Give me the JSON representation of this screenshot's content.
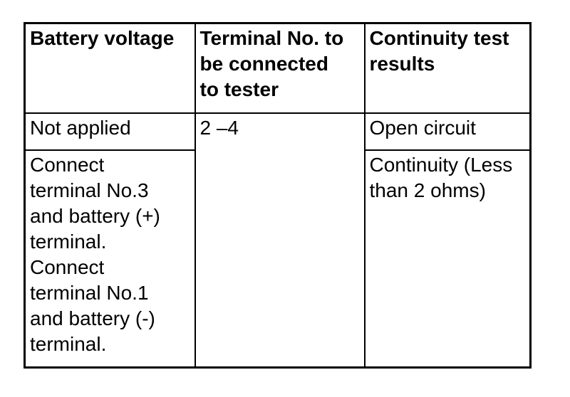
{
  "page": {
    "background_color": "#ffffff",
    "text_color": "#000000",
    "border_color": "#000000"
  },
  "table": {
    "headers": [
      "Battery voltage",
      "Terminal No. to\nbe connected\nto tester",
      "Continuity test\nresults"
    ],
    "rows": [
      {
        "battery_voltage": "Not applied",
        "terminal_no": "2 –4",
        "result": "Open circuit"
      },
      {
        "battery_voltage": "Connect\nterminal No.3\nand battery (+)\nterminal.\nConnect\nterminal No.1\nand battery (-)\nterminal.",
        "result": "Continuity (Less\nthan 2 ohms)"
      }
    ]
  },
  "chart_data": {
    "type": "table",
    "columns": [
      "Battery voltage",
      "Terminal No. to be connected to tester",
      "Continuity test results"
    ],
    "rows": [
      [
        "Not applied",
        "2 –4",
        "Open circuit"
      ],
      [
        "Connect terminal No.3 and battery (+) terminal. Connect terminal No.1 and battery (-) terminal.",
        "2 –4",
        "Continuity (Less than 2 ohms)"
      ]
    ],
    "layout": {
      "terminal_cell_rowspan": "the '2 –4' cell spans both body rows"
    }
  }
}
